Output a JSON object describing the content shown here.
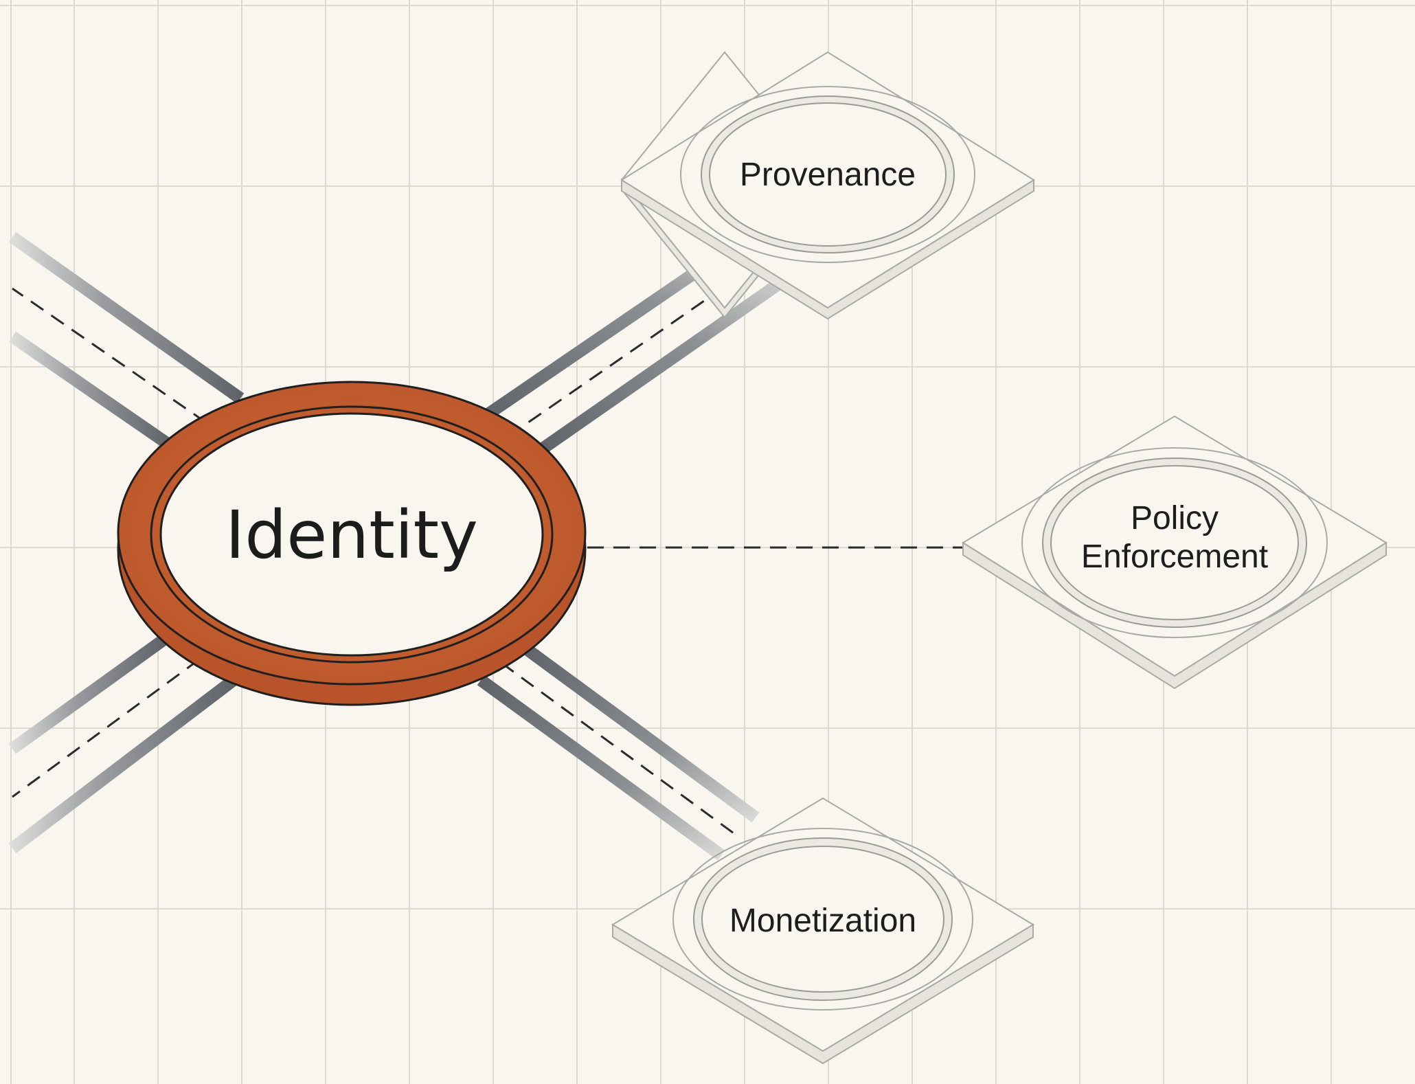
{
  "diagram": {
    "hub": {
      "label": "Identity",
      "color": "#c8602f"
    },
    "nodes": [
      {
        "id": "provenance",
        "lines": [
          "Provenance"
        ]
      },
      {
        "id": "policy-enforcement",
        "lines": [
          "Policy",
          "Enforcement"
        ]
      },
      {
        "id": "monetization",
        "lines": [
          "Monetization"
        ]
      }
    ],
    "colors": {
      "background": "#f8f6ef",
      "grid": "#dcd9cf",
      "connector_dark": "#6b6f74",
      "connector_light": "#c9cacb",
      "node_stroke": "#a9a9a6",
      "node_fill": "#f8f6ef"
    }
  }
}
